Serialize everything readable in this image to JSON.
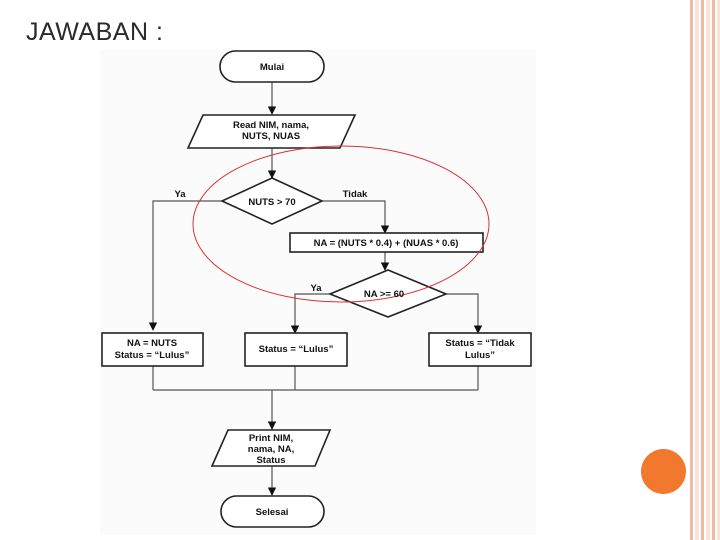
{
  "slide": {
    "title": "JAWABAN :",
    "accent_colors": {
      "stripe_dark": "#f0b9a6",
      "stripe_light": "#fbe3d9",
      "dot": "#f2782d",
      "circle": "#e03030"
    }
  },
  "flowchart": {
    "start": "Mulai",
    "read": [
      "Read NIM, nama,",
      "NUTS, NUAS"
    ],
    "decision1": "NUTS > 70",
    "yes1": "Ya",
    "no1": "Tidak",
    "compute": "NA = (NUTS * 0.4) + (NUAS * 0.6)",
    "decision2": "NA >= 60",
    "yes2": "Ya",
    "box_left": [
      "NA = NUTS",
      "Status = “Lulus”"
    ],
    "box_mid": "Status = “Lulus”",
    "box_right": [
      "Status = “Tidak",
      "Lulus”"
    ],
    "print": [
      "Print NIM,",
      "nama, NA,",
      "Status"
    ],
    "end": "Selesai"
  }
}
